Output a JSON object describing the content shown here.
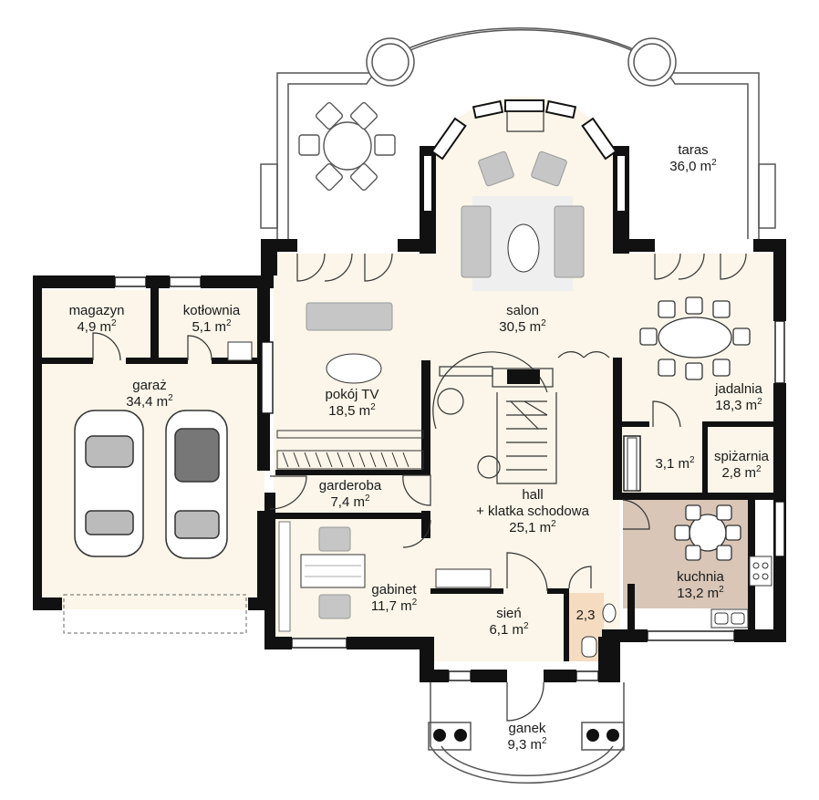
{
  "plan": {
    "unit_suffix": "2",
    "rooms": [
      {
        "id": "taras",
        "name": "taras",
        "area": "36,0 m"
      },
      {
        "id": "salon",
        "name": "salon",
        "area": "30,5 m"
      },
      {
        "id": "magazyn",
        "name": "magazyn",
        "area": "4,9 m"
      },
      {
        "id": "kotlownia",
        "name": "kotłownia",
        "area": "5,1 m"
      },
      {
        "id": "pokoj-tv",
        "name": "pokój TV",
        "area": "18,5 m"
      },
      {
        "id": "jadalnia",
        "name": "jadalnia",
        "area": "18,3 m"
      },
      {
        "id": "garaz",
        "name": "garaż",
        "area": "34,4 m"
      },
      {
        "id": "pom-3-1",
        "name": "",
        "area": "3,1 m"
      },
      {
        "id": "spizarnia",
        "name": "spiżarnia",
        "area": "2,8 m"
      },
      {
        "id": "garderoba",
        "name": "garderoba",
        "area": "7,4 m"
      },
      {
        "id": "hall",
        "name": "hall",
        "area": ""
      },
      {
        "id": "klatka",
        "name": "+ klatka schodowa",
        "area": "25,1 m"
      },
      {
        "id": "kuchnia",
        "name": "kuchnia",
        "area": "13,2 m"
      },
      {
        "id": "gabinet",
        "name": "gabinet",
        "area": "11,7 m"
      },
      {
        "id": "sien",
        "name": "sień",
        "area": "6,1 m"
      },
      {
        "id": "wc",
        "name": "",
        "area": "2,3"
      },
      {
        "id": "ganek",
        "name": "ganek",
        "area": "9,3 m"
      }
    ]
  },
  "colors": {
    "wall": "#111111",
    "floor": "#fbf6e9",
    "kitchen": "#d9c6b7",
    "wc": "#f5dcc0",
    "furniture": "#b9b9b9",
    "outline": "#555555"
  }
}
